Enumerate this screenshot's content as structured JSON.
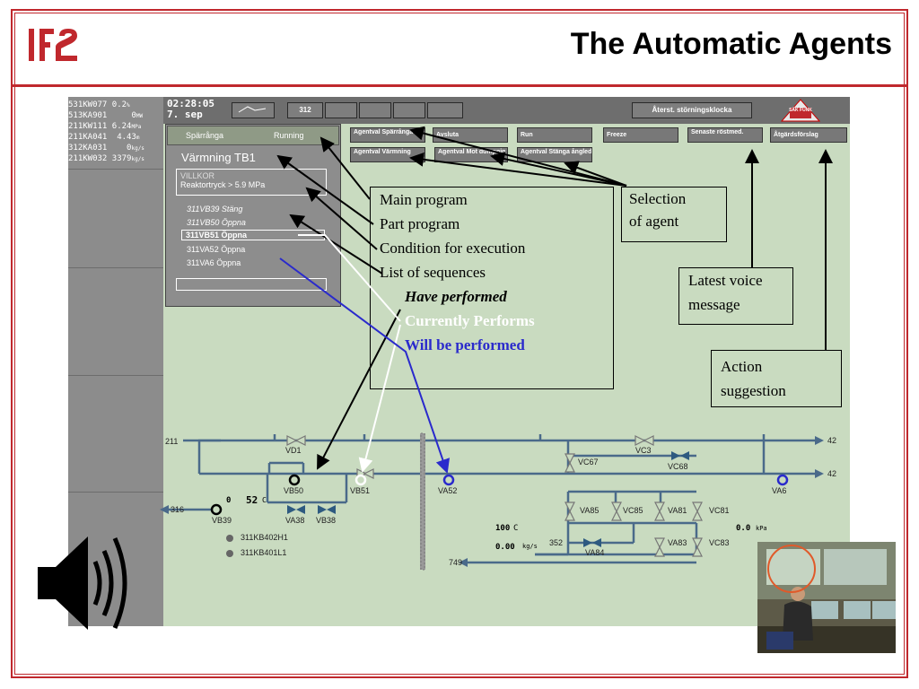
{
  "slide": {
    "title": "The Automatic Agents",
    "logo_text": "IFE"
  },
  "hmi": {
    "left_rows": [
      {
        "tag": "531KW077",
        "value": "0.2",
        "unit": "%"
      },
      {
        "tag": "513KA901",
        "value": "0",
        "unit": "MW"
      },
      {
        "tag": "211KW111",
        "value": "6.24",
        "unit": "MPa"
      },
      {
        "tag": "211KA041",
        "value": "4.43",
        "unit": "m"
      },
      {
        "tag": "312KA031",
        "value": "0",
        "unit": "kg/s"
      },
      {
        "tag": "211KW032",
        "value": "3379",
        "unit": "kg/s"
      }
    ],
    "clock_time": "02:28:05",
    "clock_date": "7. sep",
    "tab_312": "312",
    "reset_button": "Återst. störningsklocka",
    "sak_funk": "SÄK FUNK",
    "buttons_row1": [
      {
        "label": "Agentval Spärrånga"
      },
      {
        "label": "Avsluta"
      },
      {
        "label": "Run"
      },
      {
        "label": "Freeze"
      },
      {
        "label": "Senaste röstmed."
      },
      {
        "label": "Åtgärdsförslag"
      }
    ],
    "buttons_row2": [
      {
        "label": "Agentval Värmning"
      },
      {
        "label": "Agentval Mot dumpnin"
      },
      {
        "label": "Agentval Stänga ångledn"
      }
    ],
    "agent_name": "Spärrånga",
    "agent_status": "Running",
    "sequence_title": "Värmning TB1",
    "villkor_label": "VILLKOR",
    "villkor_value": "Reaktortryck > 5.9 MPa",
    "sequences": [
      {
        "label": "311VB39 Stäng",
        "state": "performed"
      },
      {
        "label": "311VB50 Öppna",
        "state": "performed"
      },
      {
        "label": "311VB51 Öppna",
        "state": "current"
      },
      {
        "label": "311VA52 Öppna",
        "state": "future"
      },
      {
        "label": "311VA6 Öppna",
        "state": "future"
      }
    ]
  },
  "process": {
    "lines": {
      "in_211": "211",
      "out_42a": "42",
      "out_42b": "42",
      "out_316": "316",
      "out_352": "352",
      "out_749": "749"
    },
    "valves": [
      "VD1",
      "VC67",
      "VC3",
      "VC68",
      "VB50",
      "VB51",
      "VA52",
      "VA6",
      "VB39",
      "VA38",
      "VB38",
      "VA85",
      "VC85",
      "VA81",
      "VC81",
      "VA83",
      "VC83",
      "VA84"
    ],
    "temp1_value": "52",
    "temp1_unit": "C",
    "temp1_zero": "0",
    "temp2_value": "100",
    "temp2_unit": "C",
    "flow_value": "0.00",
    "flow_unit": "kg/s",
    "pressure_value": "0.0",
    "pressure_unit": "kPa",
    "lamps": [
      "311KB402H1",
      "311KB401L1"
    ]
  },
  "annotations": {
    "main_box": {
      "lines": [
        "Main program",
        "Part program",
        "Condition for execution",
        "List of sequences"
      ],
      "have_performed": "Have performed",
      "currently_performs": "Currently Performs",
      "will_be_performed": "Will be performed"
    },
    "selection": [
      "Selection",
      "of agent"
    ],
    "voice": [
      "Latest voice",
      "message"
    ],
    "action": [
      "Action",
      "suggestion"
    ]
  },
  "colors": {
    "brand_red": "#c0282d",
    "panel_green": "#c9dbc0",
    "pipe_blue": "#4a6a8a",
    "future_blue": "#2a2acc",
    "photo_circle": "#e05a2a"
  }
}
